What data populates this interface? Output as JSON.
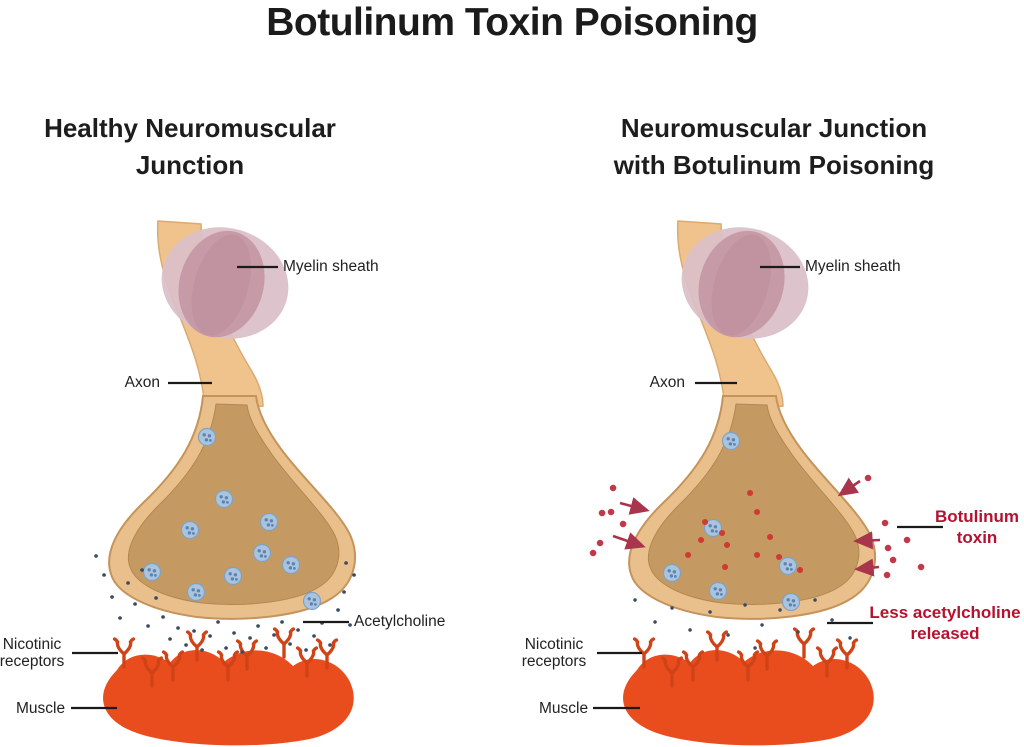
{
  "title": "Botulinum Toxin Poisoning",
  "left_panel": {
    "heading_line1": "Healthy Neuromuscular",
    "heading_line2": "Junction",
    "labels": {
      "myelin": "Myelin sheath",
      "axon": "Axon",
      "acetylcholine": "Acetylcholine",
      "receptors_line1": "Nicotinic",
      "receptors_line2": "receptors",
      "muscle": "Muscle"
    }
  },
  "right_panel": {
    "heading_line1": "Neuromuscular Junction",
    "heading_line2": "with Botulinum Poisoning",
    "labels": {
      "myelin": "Myelin sheath",
      "axon": "Axon",
      "receptors_line1": "Nicotinic",
      "receptors_line2": "receptors",
      "muscle": "Muscle",
      "toxin_line1": "Botulinum",
      "toxin_line2": "toxin",
      "less_ach_line1": "Less acetylcholine",
      "less_ach_line2": "released"
    }
  },
  "colors": {
    "title_text": "#1b1b1b",
    "label_text": "#222222",
    "highlight_red_text": "#b5122f",
    "arrow_red": "#a8354b",
    "toxin_dot_red": "#cf3a33",
    "axon_tan": "#f0c38d",
    "terminal_border_tan": "#e9c08b",
    "terminal_interior": "#c59a62",
    "myelin_outer_pink": "#dabfc8",
    "myelin_inner_pink": "#c79aa7",
    "vesicle_blue": "#aac4de",
    "vesicle_dot_blue": "#5d83b4",
    "acetylcholine_dot": "#3a4a63",
    "muscle_orange": "#e94d1e",
    "receptor_stroke": "#d04317",
    "connector_line": "#1a1a1a"
  }
}
